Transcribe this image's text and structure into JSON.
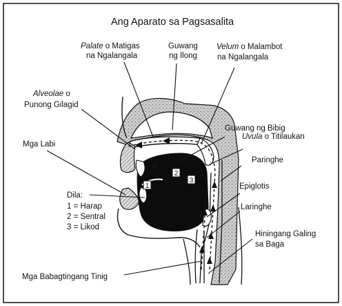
{
  "title": "Ang Aparato sa Pagsasalita",
  "labels": {
    "palate_term": "Palate",
    "palate_rest1": " o Matigas",
    "palate_line2": "na Ngalangala",
    "nasal_line1": "Guwang",
    "nasal_line2": "ng Ilong",
    "velum_term": "Velum",
    "velum_rest1": " o Malambot",
    "velum_line2": "na Ngalangala",
    "alveolae_term": "Alveolae",
    "alveolae_rest1": " o",
    "alveolae_line2": "Punong Gilagid",
    "oral": "Guwang ng Bibig",
    "uvula_term": "Uvula",
    "uvula_rest": " o Titilaukan",
    "lips": "Mga Labi",
    "pharynx": "Paringhe",
    "epiglottis": "Epiglotis",
    "larynx": "Laringhe",
    "lungs_line1": "Hiningang Galing",
    "lungs_line2": "sa Baga",
    "vocal_cords": "Mga Babagtingang Tinig"
  },
  "tongue": {
    "heading": "Dila:",
    "items": [
      "1 = Harap",
      "2 = Sentral",
      "3 = Likod"
    ],
    "markers": [
      "1",
      "2",
      "3"
    ]
  },
  "colors": {
    "ink": "#111111",
    "hatch": "#8a8a8a",
    "tissue": "#c9c9c9",
    "mouth": "#0c0c0c",
    "background": "#ffffff"
  }
}
